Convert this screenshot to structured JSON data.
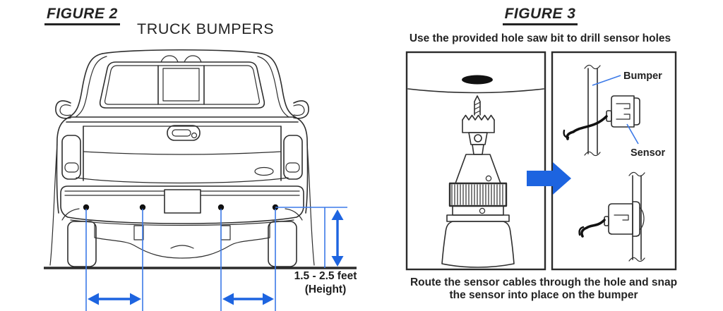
{
  "figure2": {
    "title": "FIGURE 2",
    "subtitle": "TRUCK BUMPERS",
    "height_label": "1.5 - 2.5 feet",
    "height_note": "(Height)"
  },
  "figure3": {
    "title": "FIGURE 3",
    "top_caption": "Use the provided hole saw bit to drill sensor holes",
    "bumper_label": "Bumper",
    "sensor_label": "Sensor",
    "bottom_caption_line1": "Route the sensor cables through the hole and snap",
    "bottom_caption_line2": "the sensor into place on the bumper"
  },
  "colors": {
    "annotation_blue": "#3c7ae8",
    "arrow_blue": "#1d64e0",
    "ink": "#2e2e2e"
  }
}
